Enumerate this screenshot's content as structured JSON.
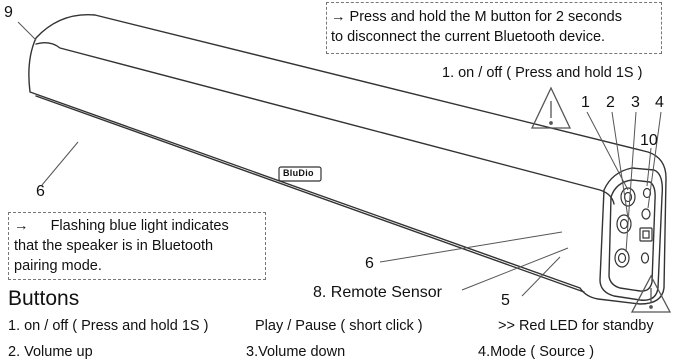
{
  "callouts": {
    "bt_disconnect": {
      "arrow": "→",
      "line1": "Press and hold the M button for 2 seconds",
      "line2": "to disconnect the current Bluetooth device."
    },
    "bt_pairing": {
      "arrow": "→",
      "line1": "Flashing blue light indicates",
      "line2": "that the speaker is in Bluetooth",
      "line3": "pairing mode."
    }
  },
  "labels": {
    "n9": "9",
    "n1": "1",
    "n2": "2",
    "n3": "3",
    "n4": "4",
    "n10": "10",
    "n6_left": "6",
    "n6_mid": "6",
    "n5": "5",
    "power_note": "1. on / off ( Press and hold 1S )",
    "remote_sensor": "8. Remote Sensor",
    "brand_logo": "BluDio"
  },
  "buttons_section": {
    "title": "Buttons",
    "row1": {
      "c1": "1. on / off ( Press and hold 1S )",
      "c2": "Play / Pause ( short click )",
      "c3": ">> Red LED for standby"
    },
    "row2": {
      "c1": "2. Volume up",
      "c2": "3.Volume down",
      "c3": "4.Mode ( Source )"
    }
  },
  "icons": [
    "warning-triangle-icon",
    "warning-triangle-icon"
  ]
}
